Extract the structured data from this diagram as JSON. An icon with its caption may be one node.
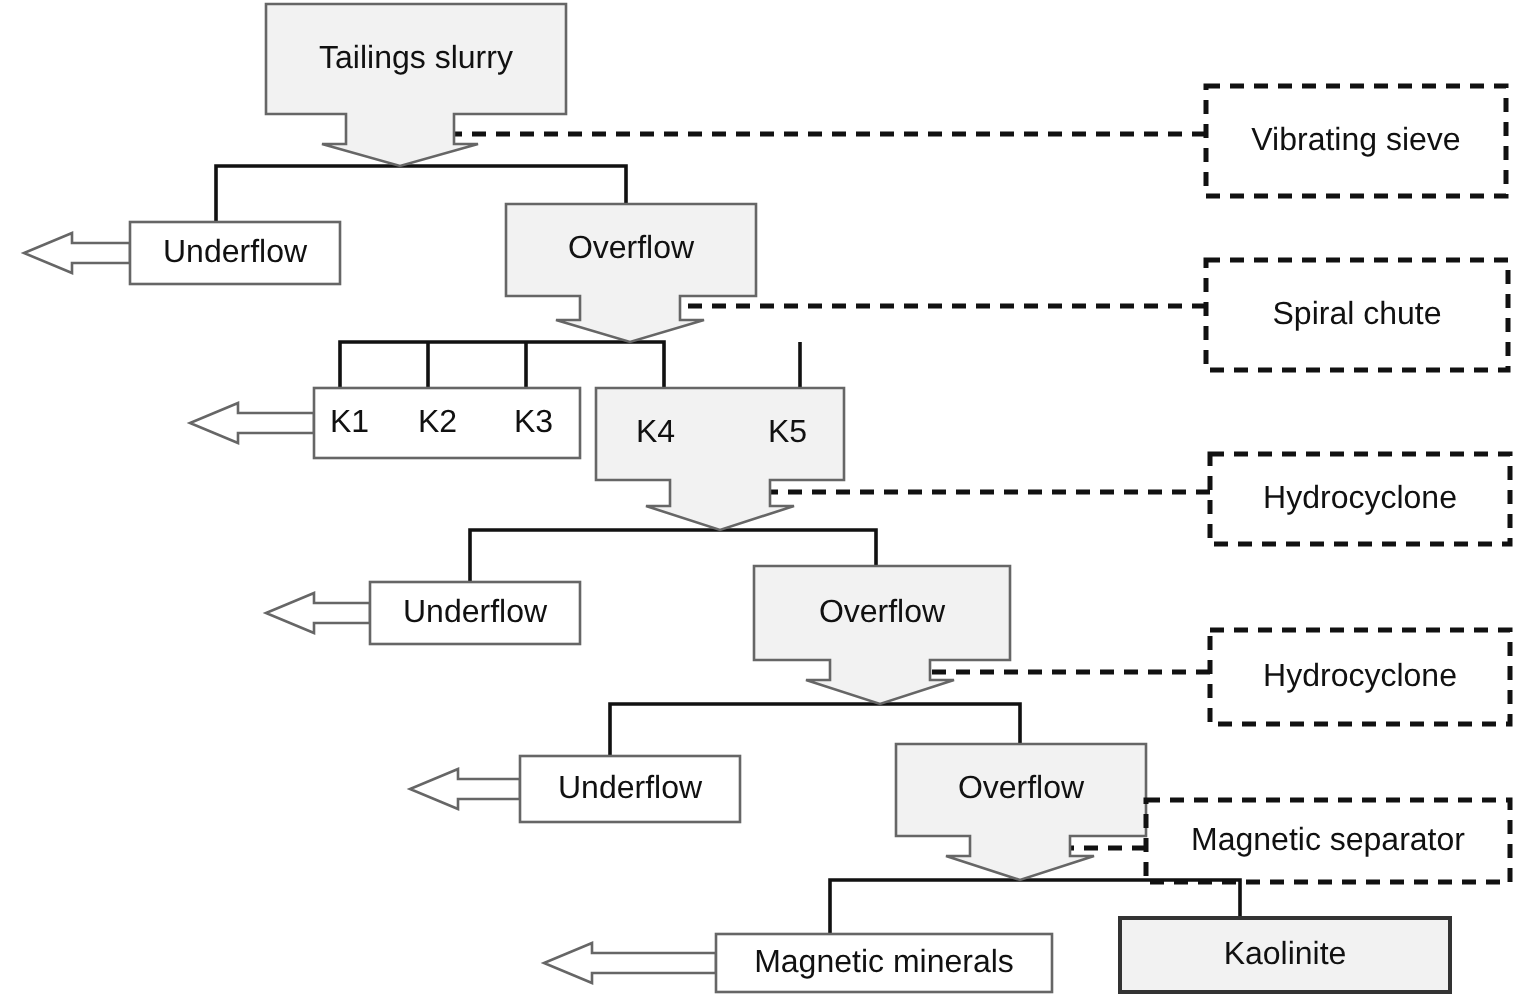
{
  "diagram": {
    "nodes": [
      {
        "text": [
          "Tailings slurry"
        ]
      },
      {
        "text": [
          "Vibrating sieve"
        ]
      },
      {
        "text": [
          "Underflow"
        ]
      },
      {
        "text": [
          "Overflow"
        ]
      },
      {
        "text": [
          "Spiral chute"
        ]
      },
      {
        "text": [
          "K1",
          "K2",
          "K3"
        ]
      },
      {
        "text": [
          "K4",
          "K5"
        ]
      },
      {
        "text": [
          "Hydrocyclone"
        ]
      },
      {
        "text": [
          "Underflow"
        ]
      },
      {
        "text": [
          "Overflow"
        ]
      },
      {
        "text": [
          "Hydrocyclone"
        ]
      },
      {
        "text": [
          "Underflow"
        ]
      },
      {
        "text": [
          "Overflow"
        ]
      },
      {
        "text": [
          "Magnetic separator"
        ]
      },
      {
        "text": [
          "Magnetic minerals"
        ]
      },
      {
        "text": [
          "Kaolinite"
        ]
      }
    ],
    "edges": [
      {
        "from": 0,
        "to": 2,
        "arrow": "none"
      },
      {
        "from": 0,
        "to": 3,
        "arrow": "none"
      },
      {
        "from": 1,
        "to": 0,
        "arrow": "none",
        "style": "dashed"
      },
      {
        "from": 2,
        "to": null,
        "arrow": "to"
      },
      {
        "from": 3,
        "to": 5,
        "arrow": "none"
      },
      {
        "from": 3,
        "to": 6,
        "arrow": "none"
      },
      {
        "from": 4,
        "to": 3,
        "arrow": "none",
        "style": "dashed"
      },
      {
        "from": 5,
        "to": null,
        "arrow": "to"
      },
      {
        "from": 6,
        "to": 8,
        "arrow": "none"
      },
      {
        "from": 6,
        "to": 9,
        "arrow": "none"
      },
      {
        "from": 7,
        "to": 6,
        "arrow": "none",
        "style": "dashed"
      },
      {
        "from": 8,
        "to": null,
        "arrow": "to"
      },
      {
        "from": 9,
        "to": 11,
        "arrow": "none"
      },
      {
        "from": 9,
        "to": 12,
        "arrow": "none"
      },
      {
        "from": 10,
        "to": 9,
        "arrow": "none",
        "style": "dashed"
      },
      {
        "from": 11,
        "to": null,
        "arrow": "to"
      },
      {
        "from": 12,
        "to": 14,
        "arrow": "none"
      },
      {
        "from": 12,
        "to": 15,
        "arrow": "none"
      },
      {
        "from": 13,
        "to": 12,
        "arrow": "none",
        "style": "dashed"
      },
      {
        "from": 14,
        "to": null,
        "arrow": "to"
      }
    ]
  }
}
